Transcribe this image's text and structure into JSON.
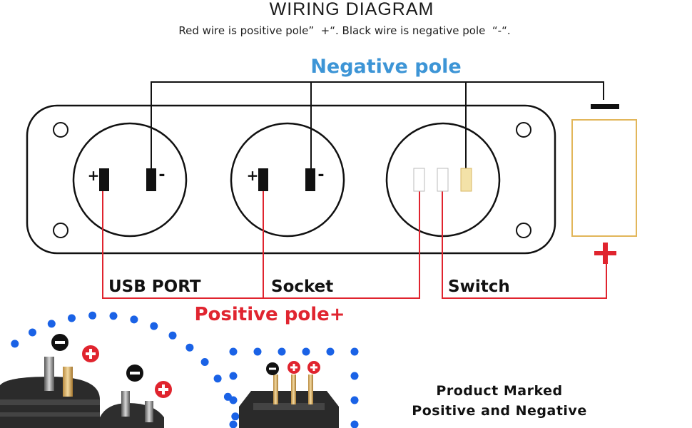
{
  "header": {
    "title": "WIRING DIAGRAM",
    "subtitle": "Red wire is positive pole”  +“. Black wire is negative pole  “-“."
  },
  "labels": {
    "negative_pole": "Negative pole",
    "positive_pole": "Positive pole+",
    "usb_port": "USB PORT",
    "socket": "Socket",
    "switch": "Switch",
    "plus": "+",
    "minus": "-"
  },
  "product_note": {
    "line1": "Product Marked",
    "line2": "Positive and Negative"
  },
  "colors": {
    "negative_label": "#3d95d6",
    "positive_label": "#e02530",
    "positive_wire": "#e0242e",
    "negative_wire": "#111111",
    "battery_border": "#e2b65a",
    "dots": "#1a62e6"
  },
  "icons": [
    "minus-circle-icon",
    "plus-circle-icon"
  ]
}
